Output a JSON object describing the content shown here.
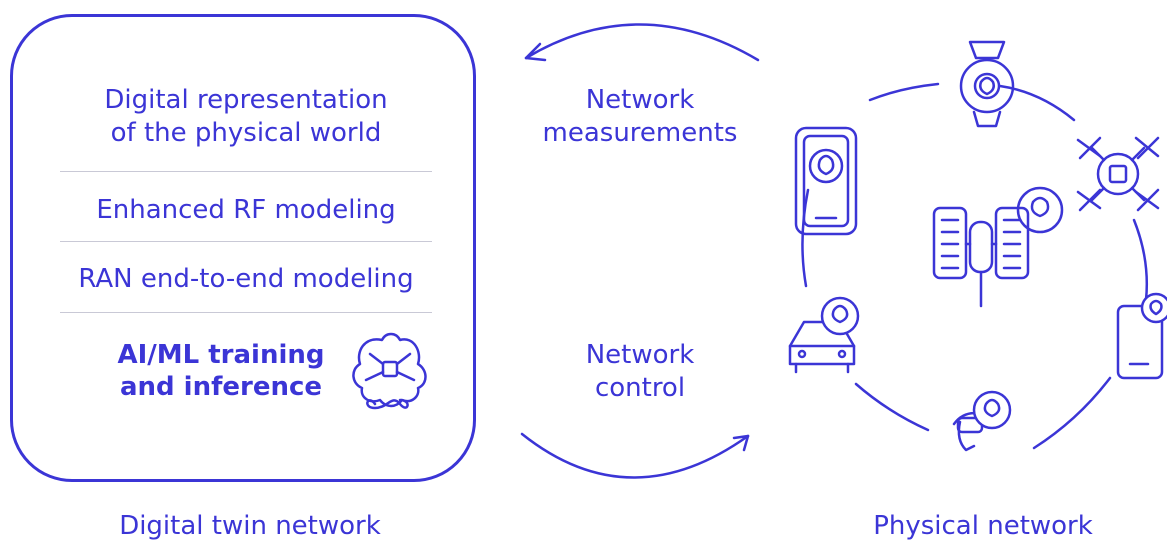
{
  "twin": {
    "items": [
      "Digital representation\nof the physical world",
      "Enhanced RF modeling",
      "RAN end-to-end modeling"
    ],
    "ai_item": "AI/ML training\nand inference",
    "caption": "Digital twin network"
  },
  "flows": {
    "top": "Network\nmeasurements",
    "bottom": "Network\ncontrol"
  },
  "physical": {
    "caption": "Physical network"
  },
  "colors": {
    "accent": "#3b35d6",
    "divider": "#c9c9d6"
  },
  "icons": [
    "brain-chip-icon",
    "smartwatch-icon",
    "tablet-icon",
    "drone-icon",
    "satellite-icon",
    "car-icon",
    "smartphone-icon",
    "vr-headset-icon"
  ]
}
